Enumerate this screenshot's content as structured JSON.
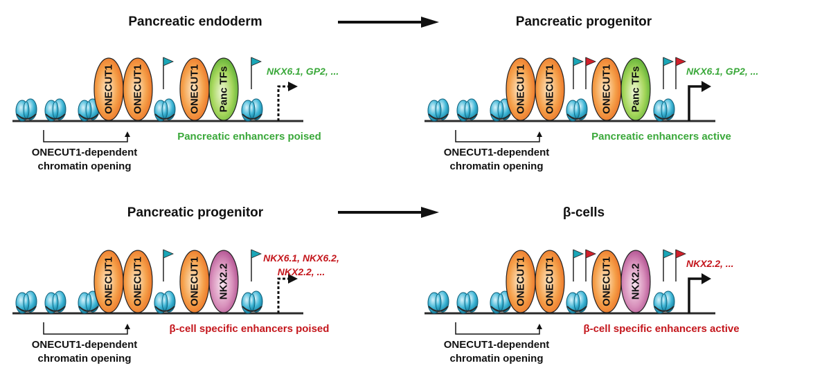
{
  "colors": {
    "green": "#3aa83a",
    "red": "#c4161c",
    "flag_teal": "#1aa6b7",
    "flag_red": "#d1202b",
    "nucleosome": "#29a6c6",
    "onecut": "#f07d1d",
    "panc": "#6cbf2e",
    "nkx": "#b43f8c",
    "dna": "#2a2a2a"
  },
  "transitions": [
    {
      "from": "Pancreatic endoderm",
      "to": "Pancreatic progenitor"
    },
    {
      "from": "Pancreatic progenitor",
      "to": "β-cells"
    }
  ],
  "panels": [
    {
      "tf": "Panc TFs",
      "tf_color": "panc",
      "genes": [
        "NKX6.1, GP2, ..."
      ],
      "gene_color": "green",
      "status": "Pancreatic enhancers poised",
      "status_color": "green",
      "active": false,
      "dependency": [
        "ONECUT1-dependent",
        "chromatin opening"
      ]
    },
    {
      "tf": "Panc TFs",
      "tf_color": "panc",
      "genes": [
        "NKX6.1, GP2, ..."
      ],
      "gene_color": "green",
      "status": "Pancreatic enhancers active",
      "status_color": "green",
      "active": true,
      "dependency": [
        "ONECUT1-dependent",
        "chromatin opening"
      ]
    },
    {
      "tf": "NKX2.2",
      "tf_color": "nkx",
      "genes": [
        "NKX6.1, NKX6.2,",
        "NKX2.2, ..."
      ],
      "gene_color": "red",
      "status": "β-cell specific enhancers poised",
      "status_color": "red",
      "active": false,
      "dependency": [
        "ONECUT1-dependent",
        "chromatin opening"
      ]
    },
    {
      "tf": "NKX2.2",
      "tf_color": "nkx",
      "genes": [
        "NKX2.2, ..."
      ],
      "gene_color": "red",
      "status": "β-cell specific enhancers active",
      "status_color": "red",
      "active": true,
      "dependency": [
        "ONECUT1-dependent",
        "chromatin opening"
      ]
    }
  ],
  "onecut_label": "ONECUT1"
}
